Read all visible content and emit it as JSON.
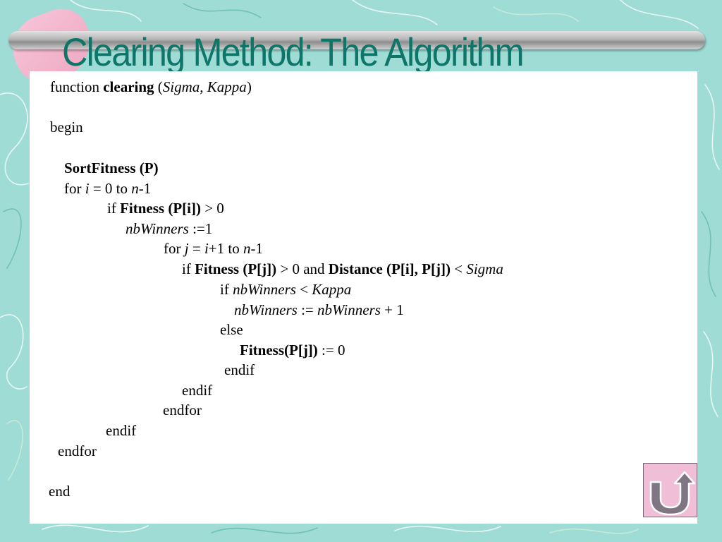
{
  "slide": {
    "title": "Clearing Method: The Algorithm"
  },
  "algorithm": {
    "line01": {
      "t1": "function ",
      "t2": "clearing",
      "t3": " (",
      "t4": "Sigma, Kappa",
      "t5": ")"
    },
    "line02": {
      "t1": "begin"
    },
    "line03": {
      "t1": "SortFitness (P)"
    },
    "line04": {
      "t1": "for ",
      "t2": "i",
      "t3": " = 0 to ",
      "t4": "n",
      "t5": "-1"
    },
    "line05": {
      "t1": "if ",
      "t2": "Fitness (P[i])",
      "t3": " > 0"
    },
    "line06": {
      "t1": "nbWinners",
      "t2": " :=1"
    },
    "line07": {
      "t1": "for ",
      "t2": "j",
      "t3": " = ",
      "t4": "i",
      "t5": "+1 to ",
      "t6": "n",
      "t7": "-1"
    },
    "line08": {
      "t1": "if ",
      "t2": "Fitness (P[j])",
      "t3": " > 0 and ",
      "t4": "Distance (P[i], P[j])",
      "t5": " < ",
      "t6": "Sigma"
    },
    "line09": {
      "t1": "if ",
      "t2": "nbWinners",
      "t3": " < ",
      "t4": "Kappa"
    },
    "line10": {
      "t1": "nbWinners",
      "t2": " := ",
      "t3": "nbWinners",
      "t4": " + 1"
    },
    "line11": {
      "t1": "else"
    },
    "line12": {
      "t1": "Fitness(P[j])",
      "t2": " := 0"
    },
    "line13": {
      "t1": "endif"
    },
    "line14": {
      "t1": "endif"
    },
    "line15": {
      "t1": "endfor"
    },
    "line16": {
      "t1": "endif"
    },
    "line17": {
      "t1": "endfor"
    },
    "line18": {
      "t1": "end"
    }
  },
  "nav": {
    "icon": "return-arrow-icon",
    "icon_fill": "#7f7583"
  },
  "colors": {
    "title": "#0e7569",
    "background": "#9fdcd6",
    "button": "#f1bed8"
  }
}
